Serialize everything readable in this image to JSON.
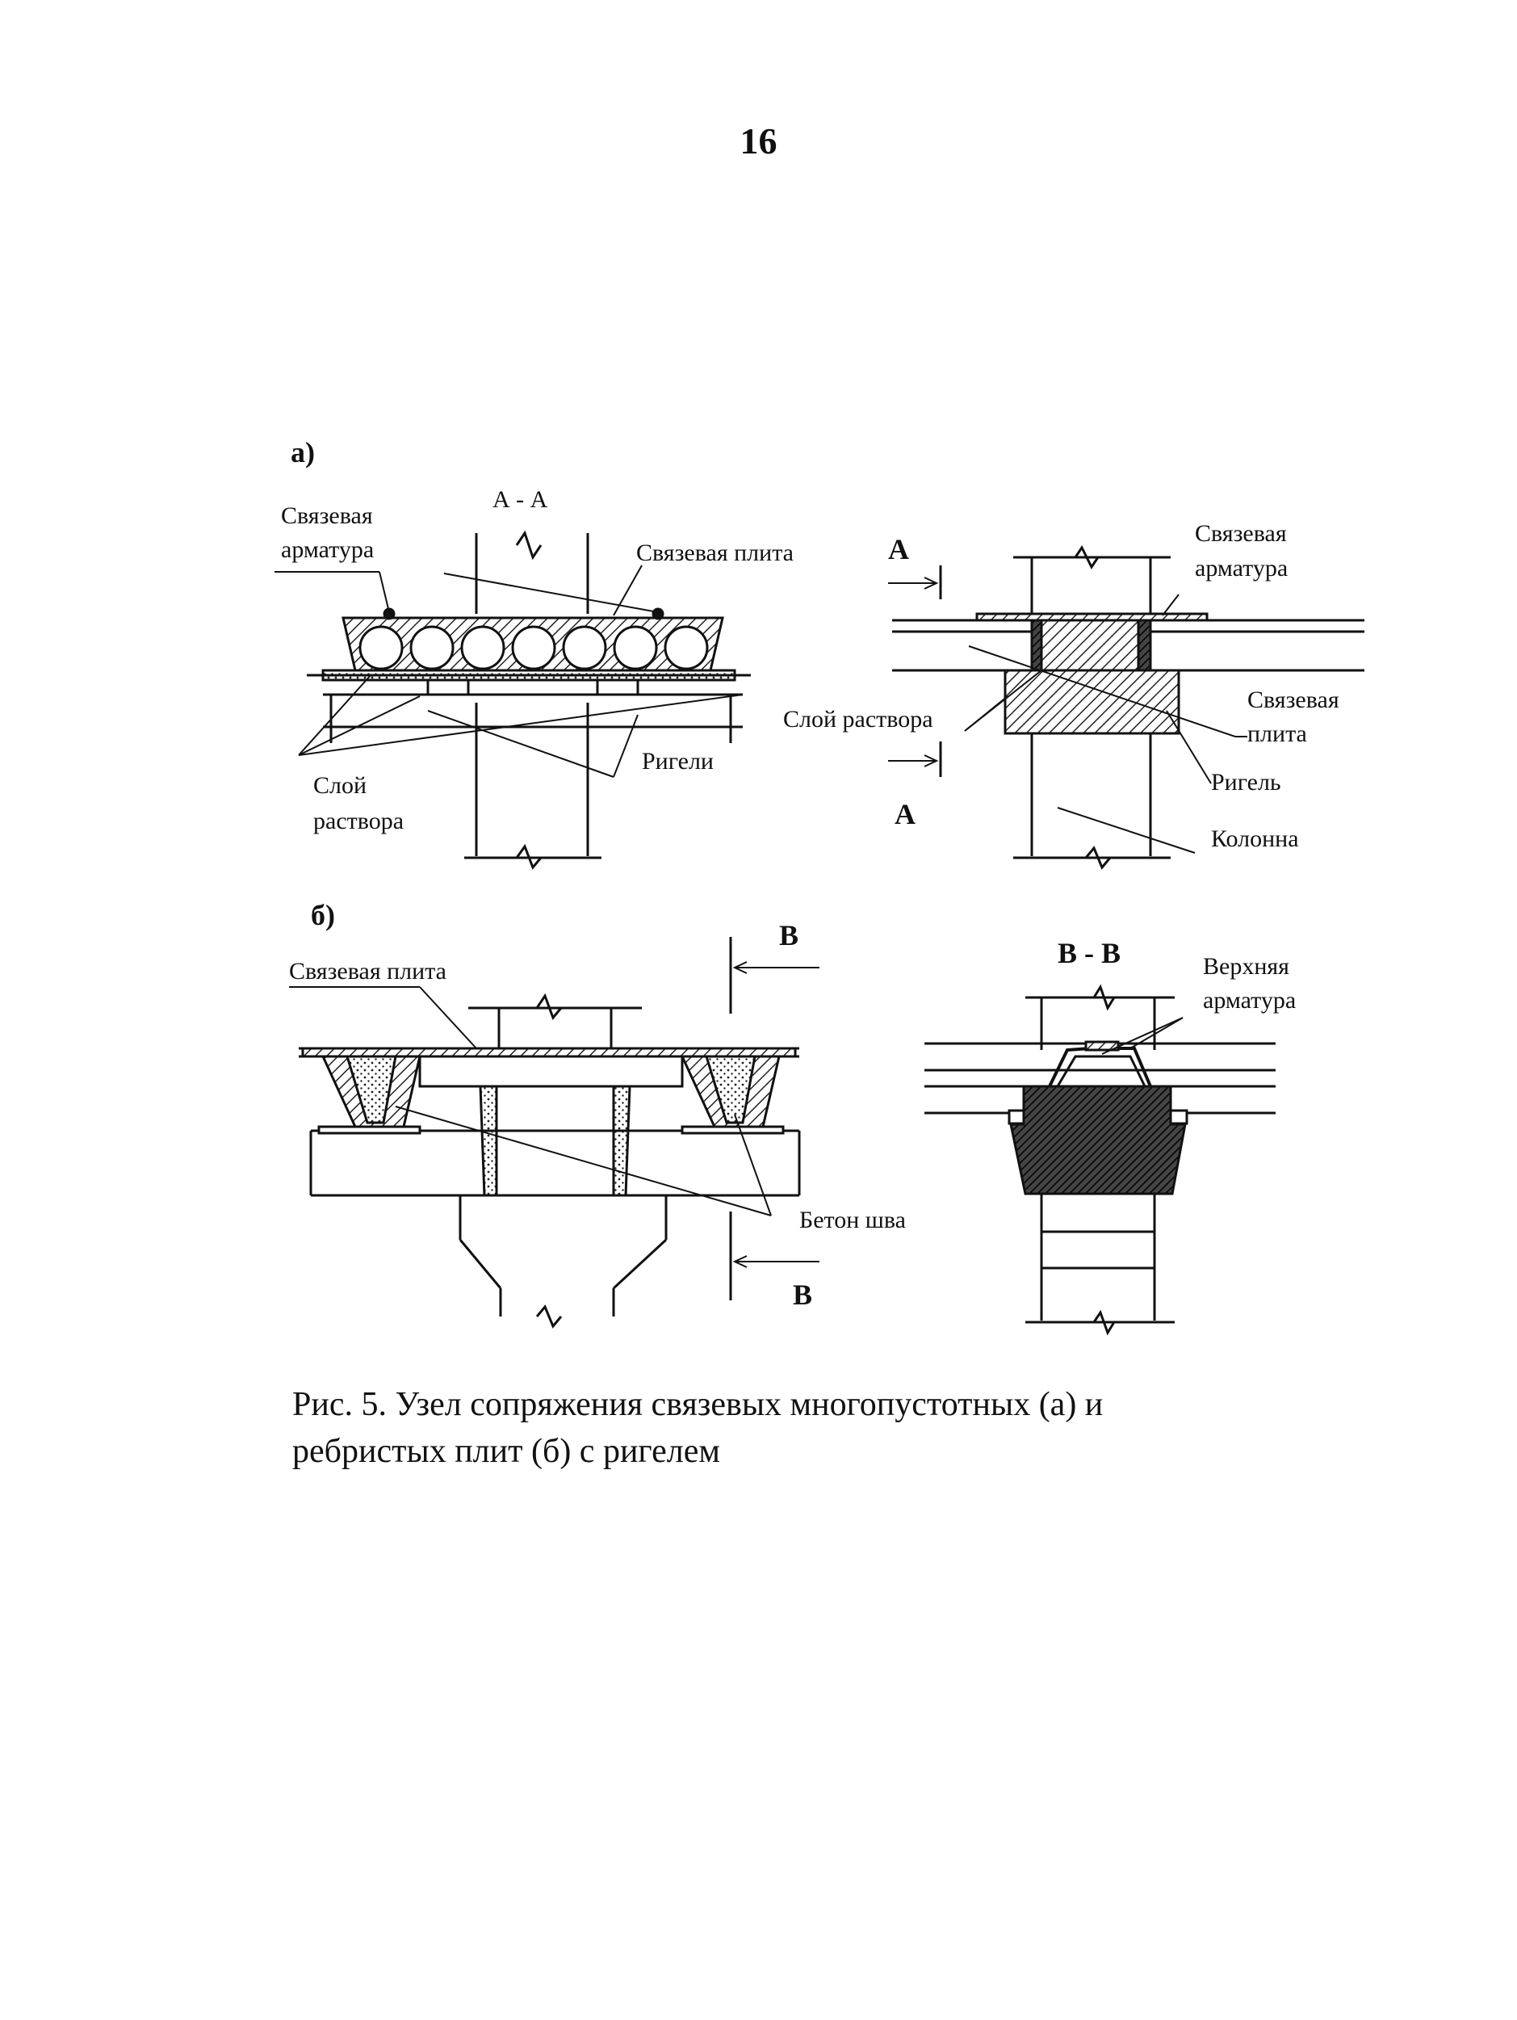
{
  "page": {
    "number": "16"
  },
  "figure": {
    "part_a": {
      "label": "а)",
      "section_title": "А - А",
      "labels": {
        "tie_reinforcement_line1": "Связевая",
        "tie_reinforcement_line2": "арматура",
        "tie_slab": "Связевая плита",
        "girders": "Ригели",
        "mortar_line1": "Слой",
        "mortar_line2": "раствора"
      },
      "side_view": {
        "section_mark_top": "А",
        "section_mark_bottom": "А",
        "labels": {
          "tie_reinforcement_line1": "Связевая",
          "tie_reinforcement_line2": "арматура",
          "tie_slab_line1": "Связевая",
          "tie_slab_line2": "плита",
          "mortar": "Слой раствора",
          "girder": "Ригель",
          "column": "Колонна"
        }
      }
    },
    "part_b": {
      "label": "б)",
      "labels": {
        "tie_slab": "Связевая плита",
        "joint_concrete": "Бетон шва",
        "section_mark_top": "В",
        "section_mark_bottom": "В"
      },
      "section": {
        "title": "В - В",
        "labels": {
          "top_reinforcement_line1": "Верхняя",
          "top_reinforcement_line2": "арматура"
        }
      }
    }
  },
  "caption": {
    "line1": "Рис. 5. Узел сопряжения связевых многопустотных (а) и",
    "line2": "ребристых плит (б) с  ригелем"
  }
}
